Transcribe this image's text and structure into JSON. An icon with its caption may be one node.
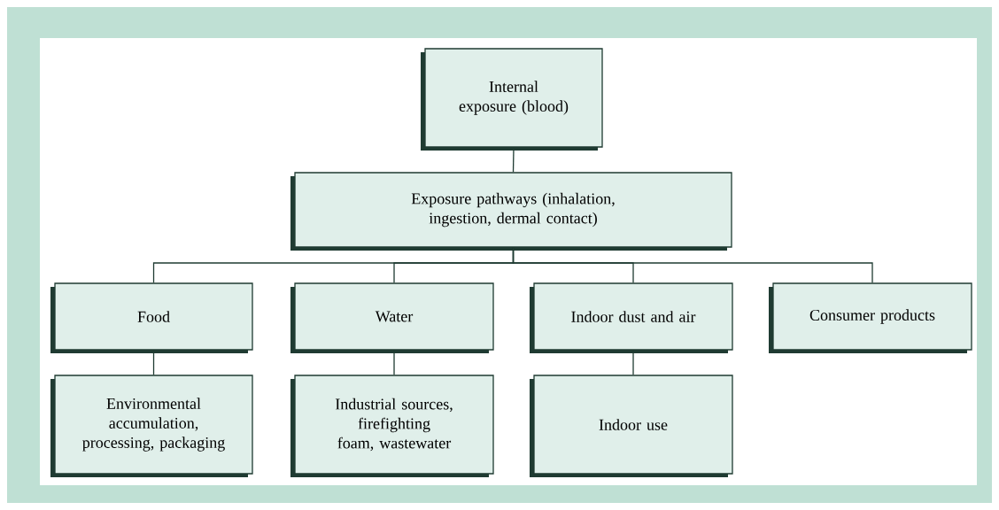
{
  "diagram": {
    "nodes": [
      {
        "text": [
          "Internal exposure (blood)"
        ]
      },
      {
        "text": [
          "Exposure pathways (inhalation, ingestion, dermal contact)"
        ]
      },
      {
        "text": [
          "Food"
        ]
      },
      {
        "text": [
          "Water"
        ]
      },
      {
        "text": [
          "Indoor dust and air"
        ]
      },
      {
        "text": [
          "Consumer products"
        ]
      },
      {
        "text": [
          "Environmental accumulation, processing, packaging"
        ]
      },
      {
        "text": [
          "Industrial sources, firefighting foam, wastewater"
        ]
      },
      {
        "text": [
          "Indoor use"
        ]
      }
    ],
    "edges": [
      {
        "from": 0,
        "to": 1,
        "arrow": "none"
      },
      {
        "from": 1,
        "to": 2,
        "arrow": "none"
      },
      {
        "from": 1,
        "to": 3,
        "arrow": "none"
      },
      {
        "from": 1,
        "to": 4,
        "arrow": "none"
      },
      {
        "from": 1,
        "to": 5,
        "arrow": "none"
      },
      {
        "from": 2,
        "to": 6,
        "arrow": "none"
      },
      {
        "from": 3,
        "to": 7,
        "arrow": "none"
      },
      {
        "from": 4,
        "to": 8,
        "arrow": "none"
      }
    ]
  }
}
